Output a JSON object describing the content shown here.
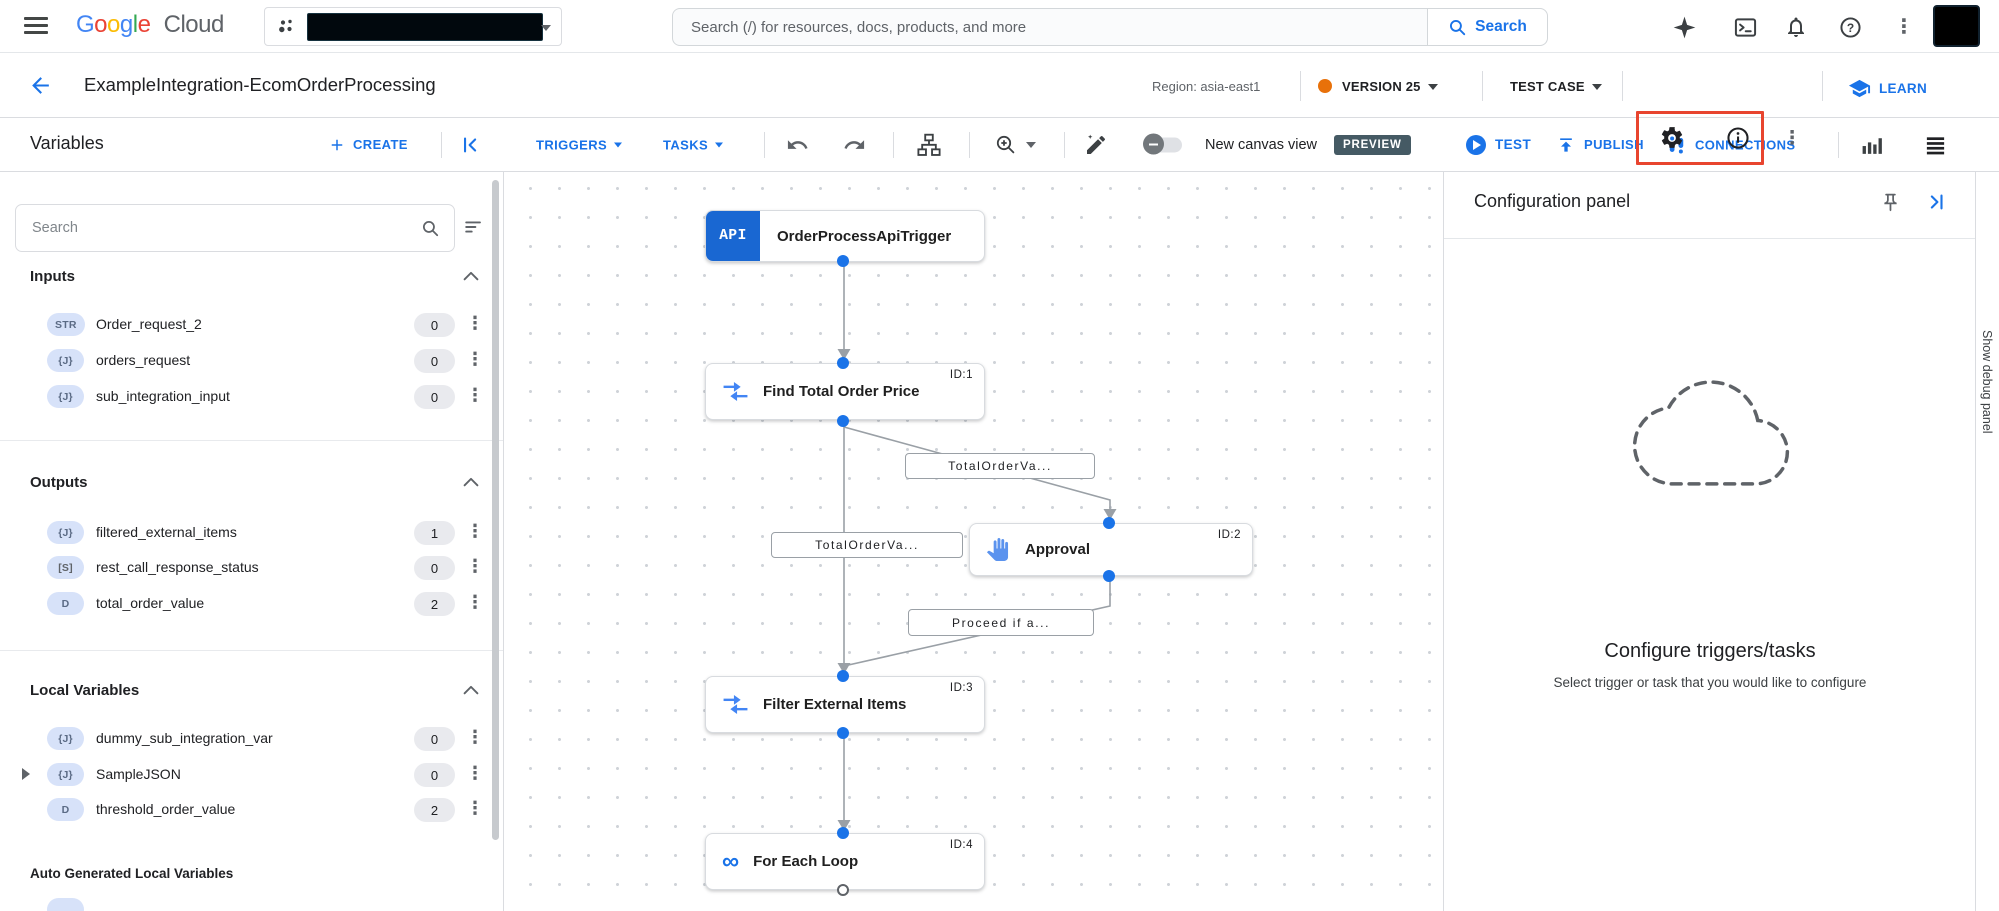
{
  "topbar": {
    "logo_letters": [
      "G",
      "o",
      "o",
      "g",
      "l",
      "e"
    ],
    "logo_cloud": "Cloud",
    "search_placeholder": "Search (/) for resources, docs, products, and more",
    "search_button": "Search"
  },
  "header": {
    "title": "ExampleIntegration-EcomOrderProcessing",
    "region": "Region: asia-east1",
    "version": "VERSION 25",
    "test_case": "TEST CASE",
    "learn": "LEARN"
  },
  "toolbar": {
    "variables_title": "Variables",
    "create": "CREATE",
    "triggers": "TRIGGERS",
    "tasks": "TASKS",
    "new_canvas": "New canvas view",
    "preview": "PREVIEW",
    "test": "TEST",
    "publish": "PUBLISH",
    "connections": "CONNECTIONS"
  },
  "sidebar": {
    "search_placeholder": "Search",
    "sections": [
      {
        "title": "Inputs",
        "items": [
          {
            "type": "STR",
            "name": "Order_request_2",
            "count": "0"
          },
          {
            "type": "{J}",
            "name": "orders_request",
            "count": "0"
          },
          {
            "type": "{J}",
            "name": "sub_integration_input",
            "count": "0"
          }
        ]
      },
      {
        "title": "Outputs",
        "items": [
          {
            "type": "{J}",
            "name": "filtered_external_items",
            "count": "1"
          },
          {
            "type": "[S]",
            "name": "rest_call_response_status",
            "count": "0"
          },
          {
            "type": "D",
            "name": "total_order_value",
            "count": "2"
          }
        ]
      },
      {
        "title": "Local Variables",
        "items": [
          {
            "type": "{J}",
            "name": "dummy_sub_integration_var",
            "count": "0"
          },
          {
            "type": "{J}",
            "name": "SampleJSON",
            "count": "0"
          },
          {
            "type": "D",
            "name": "threshold_order_value",
            "count": "2"
          }
        ]
      }
    ],
    "auto_generated_title": "Auto Generated Local Variables"
  },
  "canvas": {
    "trigger": {
      "badge": "API",
      "title": "OrderProcessApiTrigger"
    },
    "tasks": [
      {
        "id": "ID:1",
        "title": "Find Total Order Price"
      },
      {
        "id": "ID:2",
        "title": "Approval"
      },
      {
        "id": "ID:3",
        "title": "Filter External Items"
      },
      {
        "id": "ID:4",
        "title": "For Each Loop"
      }
    ],
    "edge_labels": [
      "TotalOrderVa...",
      "TotalOrderVa...",
      "Proceed if a..."
    ]
  },
  "config_panel": {
    "title": "Configuration panel",
    "heading": "Configure triggers/tasks",
    "subtext": "Select trigger or task that you would like to configure"
  },
  "debug": {
    "label": "Show debug panel"
  },
  "colors": {
    "accent": "#1a73e8",
    "version_dot": "#e8710a",
    "highlight_box": "#e8452f",
    "preview_badge_bg": "#455a64"
  }
}
